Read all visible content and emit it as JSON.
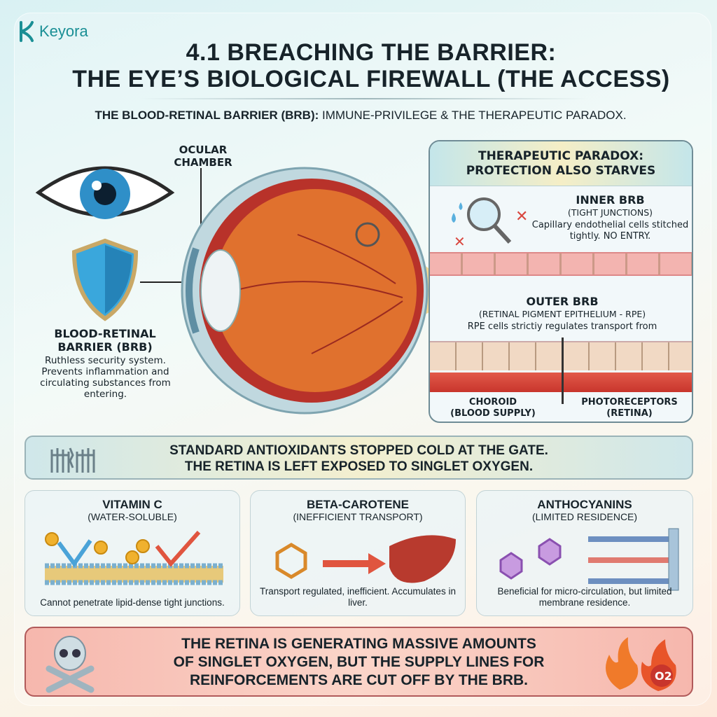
{
  "brand": {
    "name": "Keyora",
    "color": "#1a8f95"
  },
  "header": {
    "title_line1": "4.1 BREACHING THE BARRIER:",
    "title_line2": "THE EYE’S BIOLOGICAL FIREWALL (THE ACCESS)",
    "subtitle_bold": "THE BLOOD-RETINAL BARRIER (BRB):",
    "subtitle_rest": " IMMUNE-PRIVILEGE & THE THERAPEUTIC PARADOX."
  },
  "left": {
    "ocular_label": "OCULAR CHAMBER",
    "brb_label": "BLOOD-RETINAL BARRIER (BRB)",
    "brb_desc": "Ruthless security system. Prevents inflammation and circulating substances from entering."
  },
  "paradox": {
    "title_line1": "THERAPEUTIC PARADOX:",
    "title_line2": "PROTECTION ALSO STARVES",
    "inner_title": "INNER BRB",
    "inner_sub": "(TIGHT JUNCTIONS)",
    "inner_desc": "Capillary endothelial cells stitched tightly. NO ENTRY.",
    "outer_title": "OUTER BRB",
    "outer_sub": "(RETINAL PIGMENT EPITHELIUM - RPE)",
    "outer_desc": "RPE cells strictiy regulates transport from",
    "choroid": "CHOROID",
    "choroid_sub": "(BLOOD SUPPLY)",
    "photo": "PHOTORECEPTORS",
    "photo_sub": "(RETINA)"
  },
  "banner": {
    "line1": "STANDARD ANTIOXIDANTS STOPPED COLD AT THE GATE.",
    "line2": "THE RETINA IS LEFT EXPOSED TO SINGLET OXYGEN.",
    "icon": "broken-gate-icon"
  },
  "cards": [
    {
      "title": "VITAMIN C",
      "sub": "(WATER-SOLUBLE)",
      "desc": "Cannot penetrate lipid-dense tight junctions.",
      "icon": "lipid-membrane-icon"
    },
    {
      "title": "BETA-CAROTENE",
      "sub": "(INEFFICIENT TRANSPORT)",
      "desc": "Transport regulated, inefficient. Accumulates in liver.",
      "icon": "liver-icon"
    },
    {
      "title": "ANTHOCYANINS",
      "sub": "(LIMITED RESIDENCE)",
      "desc": "Beneficial for micro-circulation, but limited membrane residence.",
      "icon": "molecule-icon"
    }
  ],
  "alert": {
    "line1": "THE RETINA IS GENERATING MASSIVE AMOUNTS",
    "line2": "OF SINGLET OXYGEN, BUT THE SUPPLY LINES FOR",
    "line3": "REINFORCEMENTS ARE CUT OFF BY THE BRB.",
    "o2_label": "O2",
    "left_icon": "skull-crossbones-icon",
    "right_icon": "fire-icon"
  },
  "colors": {
    "alert_bg": "#f6b7ad",
    "banner_bg": "#cfe7ea",
    "retina": "#e0712e",
    "shield": "#3aa7dc"
  }
}
